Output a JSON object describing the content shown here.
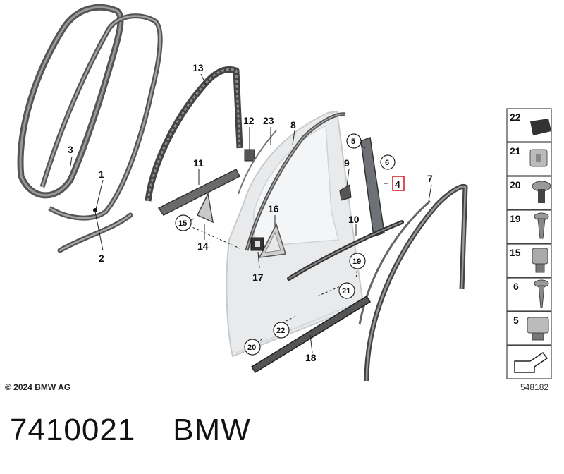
{
  "copyright": "© 2024 BMW AG",
  "diagram_ref": "548182",
  "part_number": "7410021",
  "brand": "BMW",
  "bottom_gap": "    ",
  "callouts": {
    "c1": "1",
    "c2": "2",
    "c3": "3",
    "c4": "4",
    "c5": "5",
    "c6": "6",
    "c7": "7",
    "c8": "8",
    "c9": "9",
    "c10": "10",
    "c11": "11",
    "c12": "12",
    "c13": "13",
    "c14": "14",
    "c15": "15",
    "c16": "16",
    "c17": "17",
    "c18": "18",
    "c19": "19",
    "c20": "20",
    "c21": "21",
    "c22": "22",
    "c23": "23"
  },
  "legend": [
    "22",
    "21",
    "20",
    "19",
    "15",
    "6",
    "5"
  ],
  "highlight_color": "#e0202a"
}
